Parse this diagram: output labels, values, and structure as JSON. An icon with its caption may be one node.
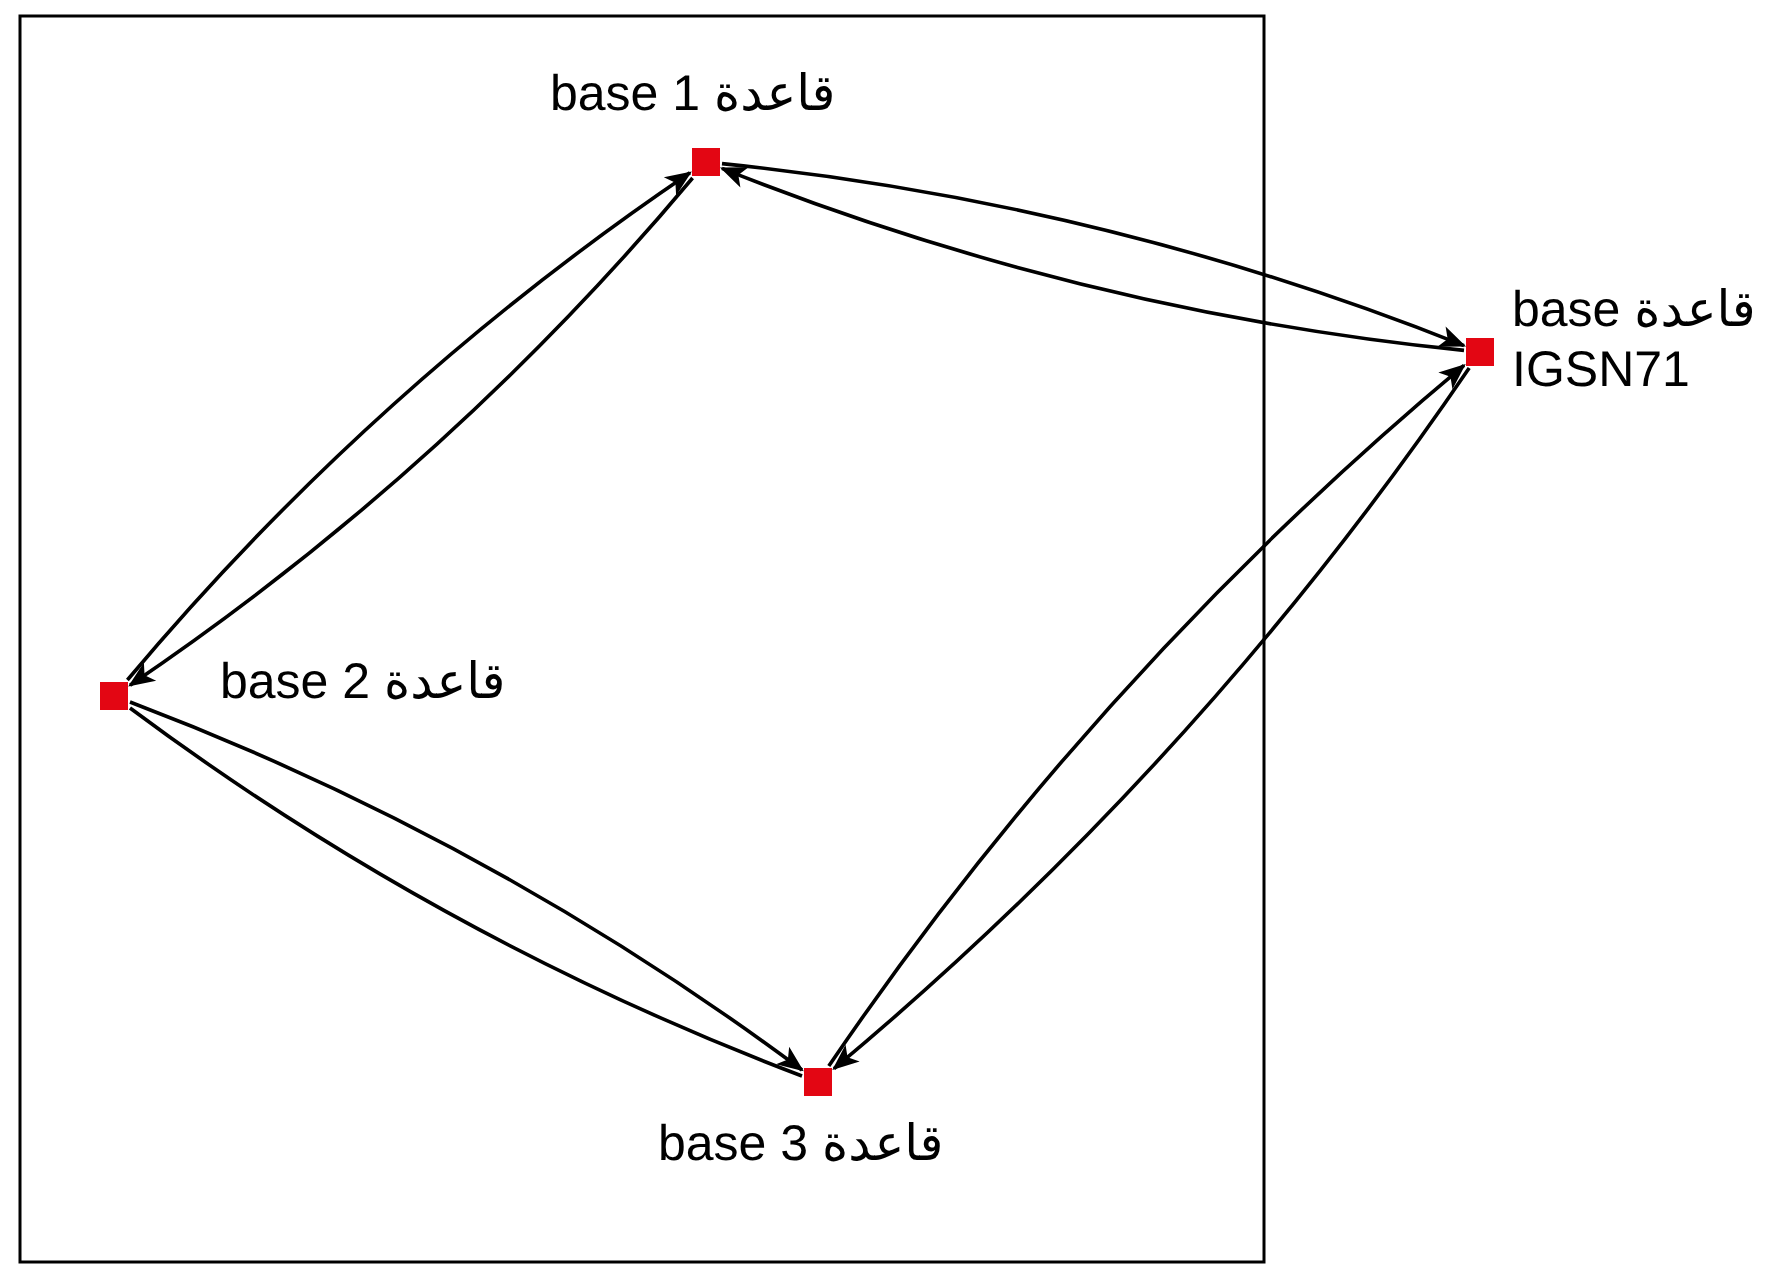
{
  "diagram": {
    "nodes": [
      {
        "text": [],
        "shape": "box",
        "beside": [
          "base 1 قاعدة"
        ]
      },
      {
        "text": [],
        "shape": "box",
        "beside": [
          "base قاعدة IGSN71"
        ]
      },
      {
        "text": [],
        "shape": "box",
        "beside": [
          "base 2 قاعدة"
        ]
      },
      {
        "text": [],
        "shape": "box",
        "beside": [
          "base 3 قاعدة"
        ]
      }
    ],
    "edges": [
      {
        "from": 0,
        "to": 1,
        "arrow": "to"
      },
      {
        "from": 1,
        "to": 0,
        "arrow": "to"
      },
      {
        "from": 2,
        "to": 0,
        "arrow": "to"
      },
      {
        "from": 0,
        "to": 2,
        "arrow": "to"
      },
      {
        "from": 2,
        "to": 3,
        "arrow": "to"
      },
      {
        "from": 2,
        "to": 3,
        "arrow": "none"
      },
      {
        "from": 3,
        "to": 1,
        "arrow": "to"
      },
      {
        "from": 1,
        "to": 3,
        "arrow": "to"
      }
    ]
  }
}
